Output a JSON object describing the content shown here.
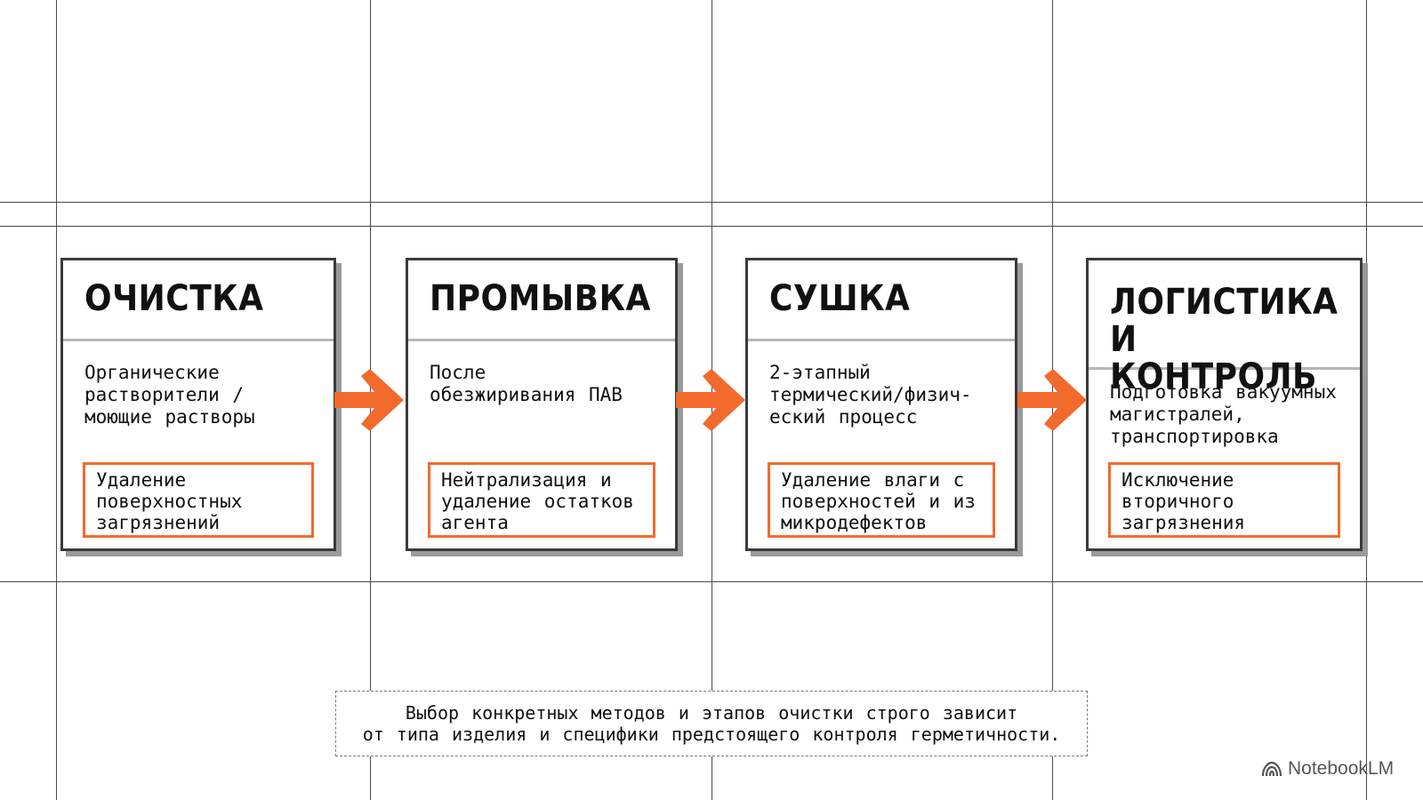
{
  "stages": [
    {
      "title": "ОЧИСТКА",
      "description": "Органические\nрастворители /\nмоющие растворы",
      "result": "Удаление\nповерхностных\nзагрязнений"
    },
    {
      "title": "ПРОМЫВКА",
      "description": "После\nобезжиривания ПАВ",
      "result": "Нейтрализация и\nудаление остатков\nагента"
    },
    {
      "title": "СУШКА",
      "description": "2-этапный\nтермический/физич-\nеский процесс",
      "result": "Удаление влаги с\nповерхностей и из\nмикродефектов"
    },
    {
      "title": "ЛОГИСТИКА\nИ КОНТРОЛЬ",
      "description": "Подготовка вакуумных\nмагистралей,\nтранспортировка",
      "result": "Исключение\nвторичного\nзагрязнения"
    }
  ],
  "note": "Выбор конкретных методов и этапов очистки строго зависит\nот типа изделия и специфики предстоящего контроля герметичности.",
  "brand": {
    "name": "NotebookLM",
    "icon": "notebooklm-logo-icon"
  },
  "colors": {
    "accent": "#f26a2e",
    "box_border": "#3a3a3a",
    "divider": "#b5b5b5",
    "grid": "#4a4a4a"
  }
}
